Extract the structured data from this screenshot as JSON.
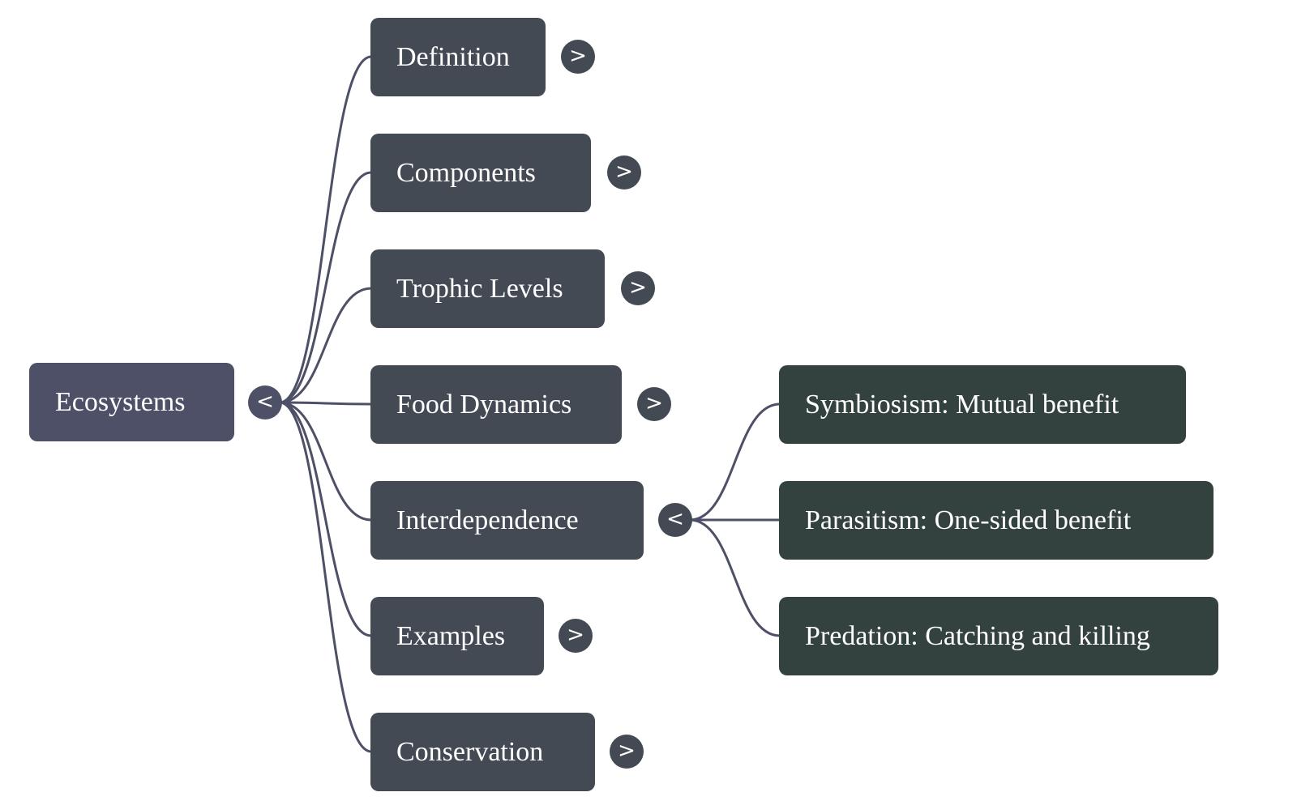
{
  "mindmap": {
    "root": {
      "label": "Ecosystems",
      "toggle": "<",
      "toggle_icon": "collapse-chevron-left-icon",
      "expanded": true
    },
    "branches": [
      {
        "label": "Definition",
        "toggle": ">",
        "toggle_icon": "expand-chevron-right-icon",
        "expanded": false
      },
      {
        "label": "Components",
        "toggle": ">",
        "toggle_icon": "expand-chevron-right-icon",
        "expanded": false
      },
      {
        "label": "Trophic Levels",
        "toggle": ">",
        "toggle_icon": "expand-chevron-right-icon",
        "expanded": false
      },
      {
        "label": "Food Dynamics",
        "toggle": ">",
        "toggle_icon": "expand-chevron-right-icon",
        "expanded": false
      },
      {
        "label": "Interdependence",
        "toggle": "<",
        "toggle_icon": "collapse-chevron-left-icon",
        "expanded": true,
        "children": [
          {
            "label": "Symbiosism: Mutual benefit"
          },
          {
            "label": "Parasitism: One-sided benefit"
          },
          {
            "label": "Predation: Catching and killing"
          }
        ]
      },
      {
        "label": "Examples",
        "toggle": ">",
        "toggle_icon": "expand-chevron-right-icon",
        "expanded": false
      },
      {
        "label": "Conservation",
        "toggle": ">",
        "toggle_icon": "expand-chevron-right-icon",
        "expanded": false
      }
    ],
    "colors": {
      "root_fill": "#4d5066",
      "branch_fill": "#434a54",
      "leaf_fill": "#33423f",
      "edge": "#4d5066",
      "text": "#ffffff"
    }
  }
}
